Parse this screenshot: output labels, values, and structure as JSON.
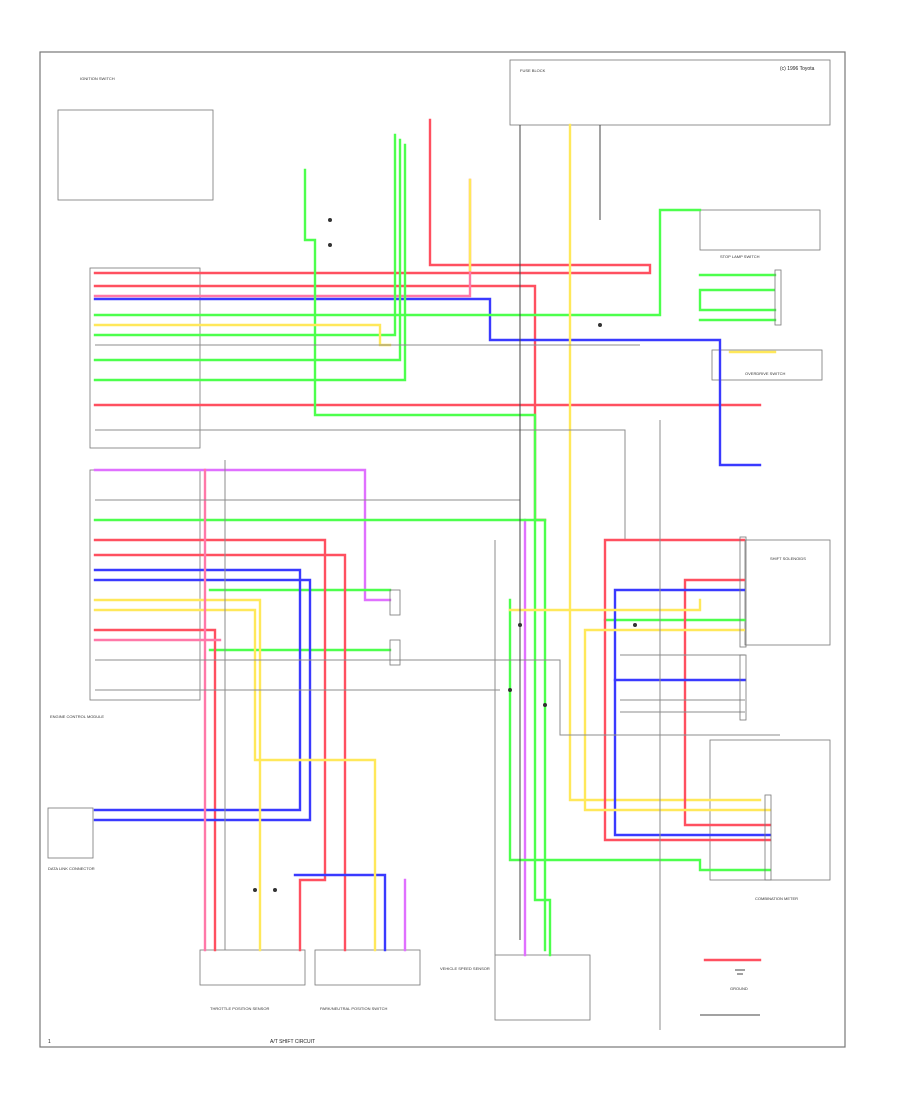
{
  "diagram": {
    "header_code": "(c) 1996 Toyota",
    "footer_left": "1",
    "footer_center": "A/T SHIFT CIRCUIT",
    "components": [
      {
        "id": "ign-switch",
        "label": "IGNITION SWITCH"
      },
      {
        "id": "stop-lamp-switch",
        "label": "STOP LAMP SWITCH"
      },
      {
        "id": "overdrive-switch",
        "label": "OVERDRIVE SWITCH"
      },
      {
        "id": "shift-solenoids",
        "label": "SHIFT SOLENOIDS"
      },
      {
        "id": "pcm",
        "label": "ENGINE CONTROL MODULE"
      },
      {
        "id": "throttle-sensor",
        "label": "THROTTLE POSITION SENSOR"
      },
      {
        "id": "park-neutral",
        "label": "PARK/NEUTRAL POSITION SWITCH"
      },
      {
        "id": "vss",
        "label": "VEHICLE SPEED SENSOR"
      },
      {
        "id": "combination-meter",
        "label": "COMBINATION METER"
      },
      {
        "id": "data-link",
        "label": "DATA LINK CONNECTOR"
      },
      {
        "id": "fuse-block",
        "label": "FUSE BLOCK"
      },
      {
        "id": "ground",
        "label": "GROUND"
      }
    ],
    "colors": {
      "red": "#ff5060",
      "pink": "#ff78a8",
      "blue": "#3a3aff",
      "green": "#4dff4d",
      "yellow": "#ffe85a",
      "magenta": "#e070ff",
      "gray": "#8c8c8c",
      "black": "#444444"
    }
  }
}
